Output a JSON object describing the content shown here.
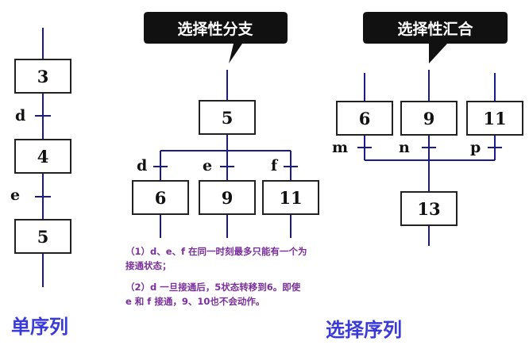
{
  "single_sequence": {
    "title": "单序列",
    "steps": [
      "3",
      "4",
      "5"
    ],
    "transitions": [
      "d",
      "e"
    ]
  },
  "selective_branch": {
    "callout": "选择性分支",
    "top_step": "5",
    "branch_steps": [
      "6",
      "9",
      "11"
    ],
    "transitions": [
      "d",
      "e",
      "f"
    ],
    "notes": [
      "（1）d、e、f 在同一时刻最多只能有一个为接通状态；",
      "（2）d 一旦接通后，5状态转移到6。即使 e 和 f 接通，9、10也不会动作。"
    ]
  },
  "selective_merge": {
    "callout": "选择性汇合",
    "source_steps": [
      "6",
      "9",
      "11"
    ],
    "transitions": [
      "m",
      "n",
      "p"
    ],
    "target_step": "13"
  },
  "footer": {
    "selective_title": "选择序列"
  },
  "colors": {
    "line": "#1a1a8a",
    "box_stroke": "#222222",
    "callout_fill": "#111111",
    "title": "#3a3ad8",
    "note": "#7a2f9a"
  }
}
